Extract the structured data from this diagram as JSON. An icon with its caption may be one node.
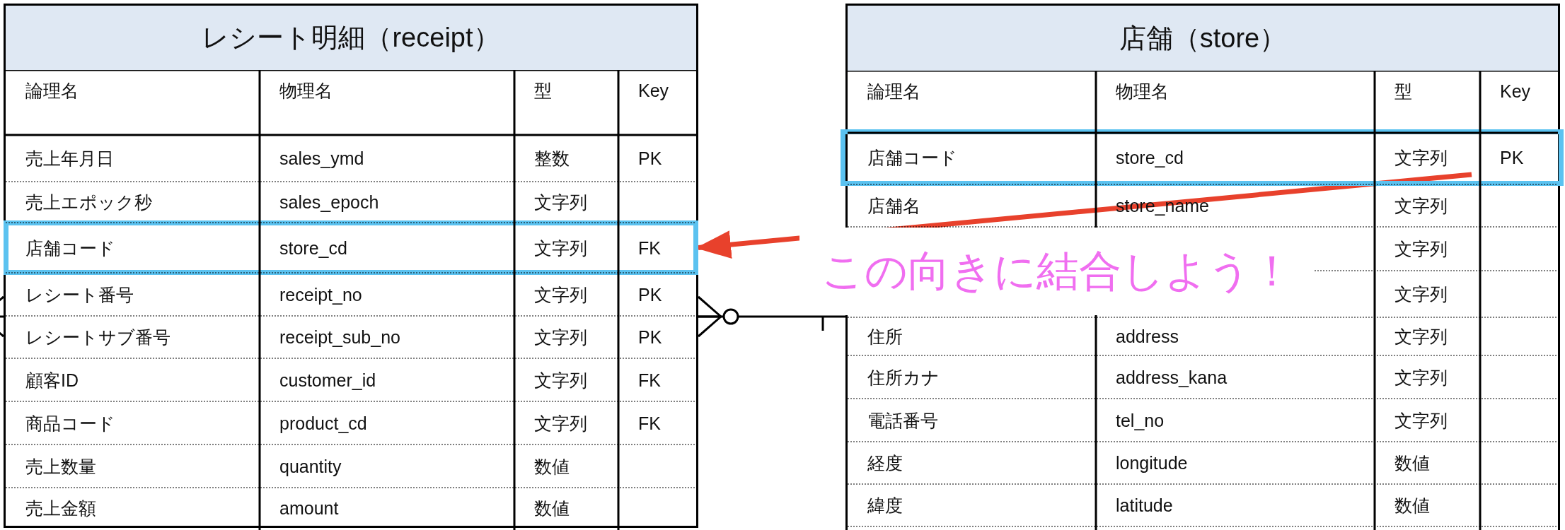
{
  "diagram": {
    "nodes": [
      {
        "text": [
          "レシート明細（receipt）"
        ]
      },
      {
        "text": [
          "店舗コード",
          "store_cd",
          "文字列",
          "FK"
        ],
        "in": 0
      },
      {
        "text": [
          "店舗（store）"
        ]
      },
      {
        "text": [
          "店舗コード",
          "store_cd",
          "文字列",
          "PK"
        ],
        "in": 2
      }
    ],
    "edges": [
      {
        "from": 0,
        "to": 2,
        "arrow": "other"
      },
      {
        "from": null,
        "to": 0,
        "arrow": "other"
      },
      {
        "from": 3,
        "to": 1,
        "arrow": "to",
        "label": "この向きに結合しよう！",
        "style": "thick",
        "color": "#e8412c"
      }
    ],
    "labels": [
      "論理名",
      "物理名",
      "型",
      "Key",
      "売上年月日",
      "sales_ymd",
      "整数",
      "PK",
      "売上エポック秒",
      "sales_epoch",
      "文字列",
      "レシート番号",
      "receipt_no",
      "文字列",
      "PK",
      "レシートサブ番号",
      "receipt_sub_no",
      "文字列",
      "PK",
      "顧客ID",
      "customer_id",
      "文字列",
      "FK",
      "商品コード",
      "product_cd",
      "文字列",
      "FK",
      "売上数量",
      "quantity",
      "数値",
      "売上金額",
      "amount",
      "数値",
      "論理名",
      "物理名",
      "型",
      "Key",
      "店舗名",
      "store_name",
      "文字列",
      "文字列",
      "文字列",
      "住所",
      "address",
      "文字列",
      "住所カナ",
      "address_kana",
      "文字列",
      "電話番号",
      "tel_no",
      "文字列",
      "経度",
      "longitude",
      "数値",
      "緯度",
      "latitude",
      "数値"
    ]
  }
}
